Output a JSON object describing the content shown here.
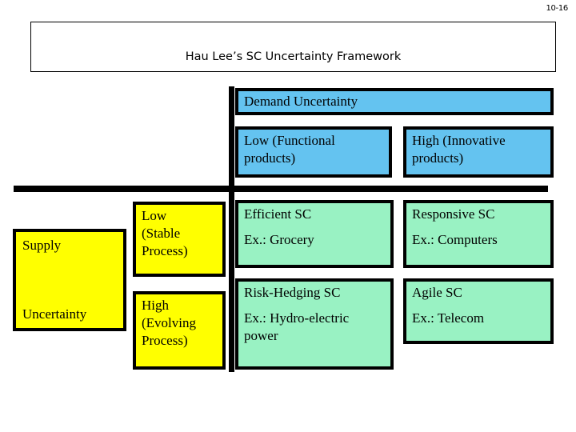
{
  "slide": {
    "number": "10-16"
  },
  "title": {
    "text": "Hau Lee’s SC Uncertainty Framework"
  },
  "colors": {
    "header_fill": "#64C3F0",
    "cell_fill": "#99F2C3",
    "label_fill": "#FFFF00",
    "border": "#000000",
    "background": "#FFFFFF"
  },
  "matrix": {
    "column_axis_label": "Demand Uncertainty",
    "column_headers": [
      {
        "line1": "Low (Functional",
        "line2": "products)"
      },
      {
        "line1": "High (Innovative",
        "line2": "products)"
      }
    ],
    "row_axis_label": {
      "top_word": "Supply",
      "bottom_word": "Uncertainty"
    },
    "row_headers": [
      {
        "line1": "Low",
        "line2": "(Stable",
        "line3": "Process)"
      },
      {
        "line1": "High",
        "line2": "(Evolving",
        "line3": "Process)"
      }
    ],
    "cells": [
      {
        "id": "efficient",
        "strategy": "Efficient SC",
        "example": "Ex.: Grocery",
        "example_extra": ""
      },
      {
        "id": "responsive",
        "strategy": "Responsive SC",
        "example": "Ex.: Computers",
        "example_extra": ""
      },
      {
        "id": "risk-hedging",
        "strategy": "Risk-Hedging SC",
        "example": "Ex.: Hydro-electric",
        "example_extra": "power"
      },
      {
        "id": "agile",
        "strategy": "Agile SC",
        "example": "Ex.: Telecom",
        "example_extra": ""
      }
    ]
  }
}
